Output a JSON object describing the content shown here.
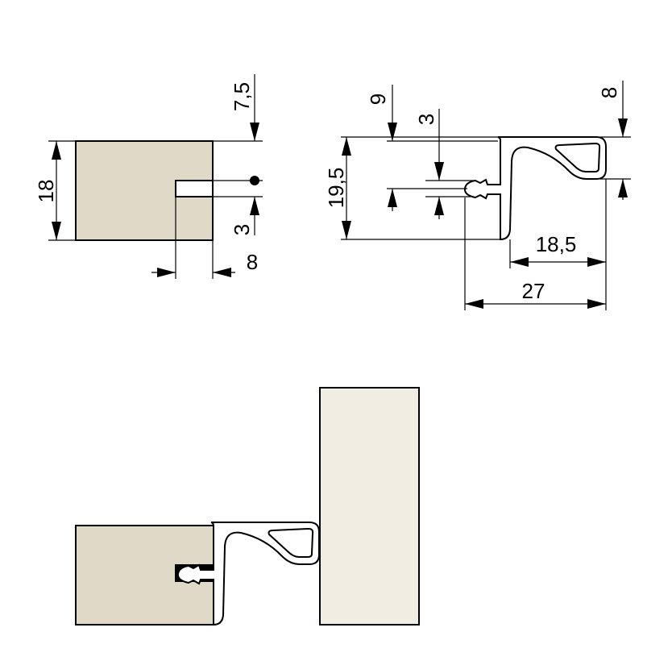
{
  "colors": {
    "board": "#e0d9c8",
    "door": "#f0eee3",
    "line": "#000000"
  },
  "dimensions": {
    "top_left": {
      "height": "18",
      "offset_top": "7,5",
      "slot_width": "3",
      "slot_depth": "8"
    },
    "top_right": {
      "offset": "9",
      "barb_width": "3",
      "height": "19,5",
      "lip": "8",
      "reach": "18,5",
      "total": "27"
    }
  }
}
